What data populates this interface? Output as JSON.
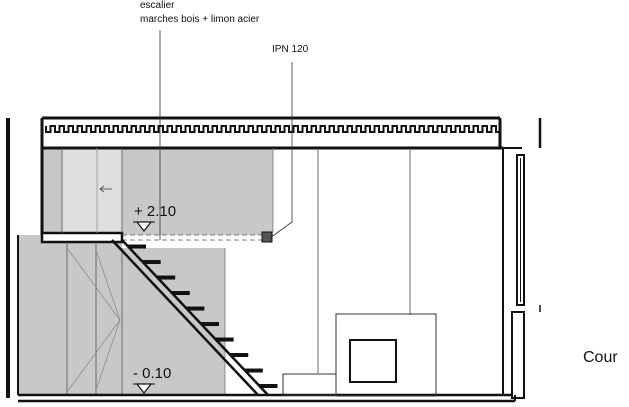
{
  "labels": {
    "stair_title": "escalier",
    "stair_detail": "marches bois + limon acier",
    "beam": "IPN 120",
    "level_upper": "+ 2.10",
    "level_lower": "- 0.10",
    "courtyard": "Cour"
  },
  "colors": {
    "line": "#111111",
    "grey_fill": "#c8c8c8",
    "light_grey": "#dedede",
    "background": "#ffffff"
  },
  "stairs": {
    "treads": 10
  }
}
